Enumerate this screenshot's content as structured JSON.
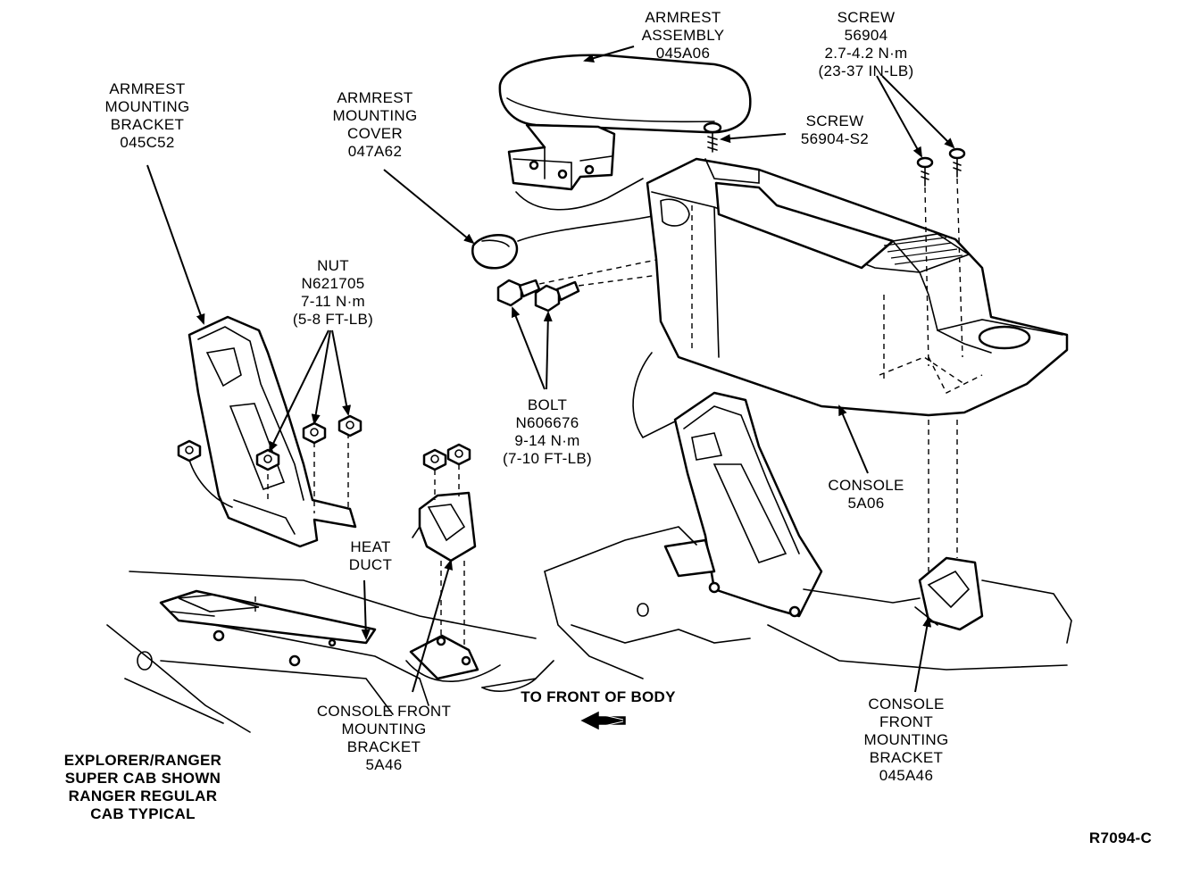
{
  "labels": {
    "armrest_assembly": [
      "ARMREST",
      "ASSEMBLY",
      "045A06"
    ],
    "screw_56904": [
      "SCREW",
      "56904",
      "2.7-4.2 N·m",
      "(23-37 IN-LB)"
    ],
    "armrest_mounting_bracket": [
      "ARMREST",
      "MOUNTING",
      "BRACKET",
      "045C52"
    ],
    "armrest_mounting_cover": [
      "ARMREST",
      "MOUNTING",
      "COVER",
      "047A62"
    ],
    "screw_56904_s2": [
      "SCREW",
      "56904-S2"
    ],
    "nut": [
      "NUT",
      "N621705",
      "7-11 N·m",
      "(5-8 FT-LB)"
    ],
    "bolt": [
      "BOLT",
      "N606676",
      "9-14 N·m",
      "(7-10 FT-LB)"
    ],
    "console": [
      "CONSOLE",
      "5A06"
    ],
    "heat_duct": [
      "HEAT",
      "DUCT"
    ],
    "console_front_mounting_bracket_5a46": [
      "CONSOLE FRONT",
      "MOUNTING",
      "BRACKET",
      "5A46"
    ],
    "to_front_of_body": "TO FRONT OF BODY",
    "console_front_mounting_bracket_045a46": [
      "CONSOLE",
      "FRONT",
      "MOUNTING",
      "BRACKET",
      "045A46"
    ],
    "note": [
      "EXPLORER/RANGER",
      "SUPER CAB SHOWN",
      "RANGER REGULAR",
      "CAB TYPICAL"
    ],
    "figure_id": "R7094-C"
  },
  "icons": {
    "direction_arrow": "left-arrow-icon"
  }
}
